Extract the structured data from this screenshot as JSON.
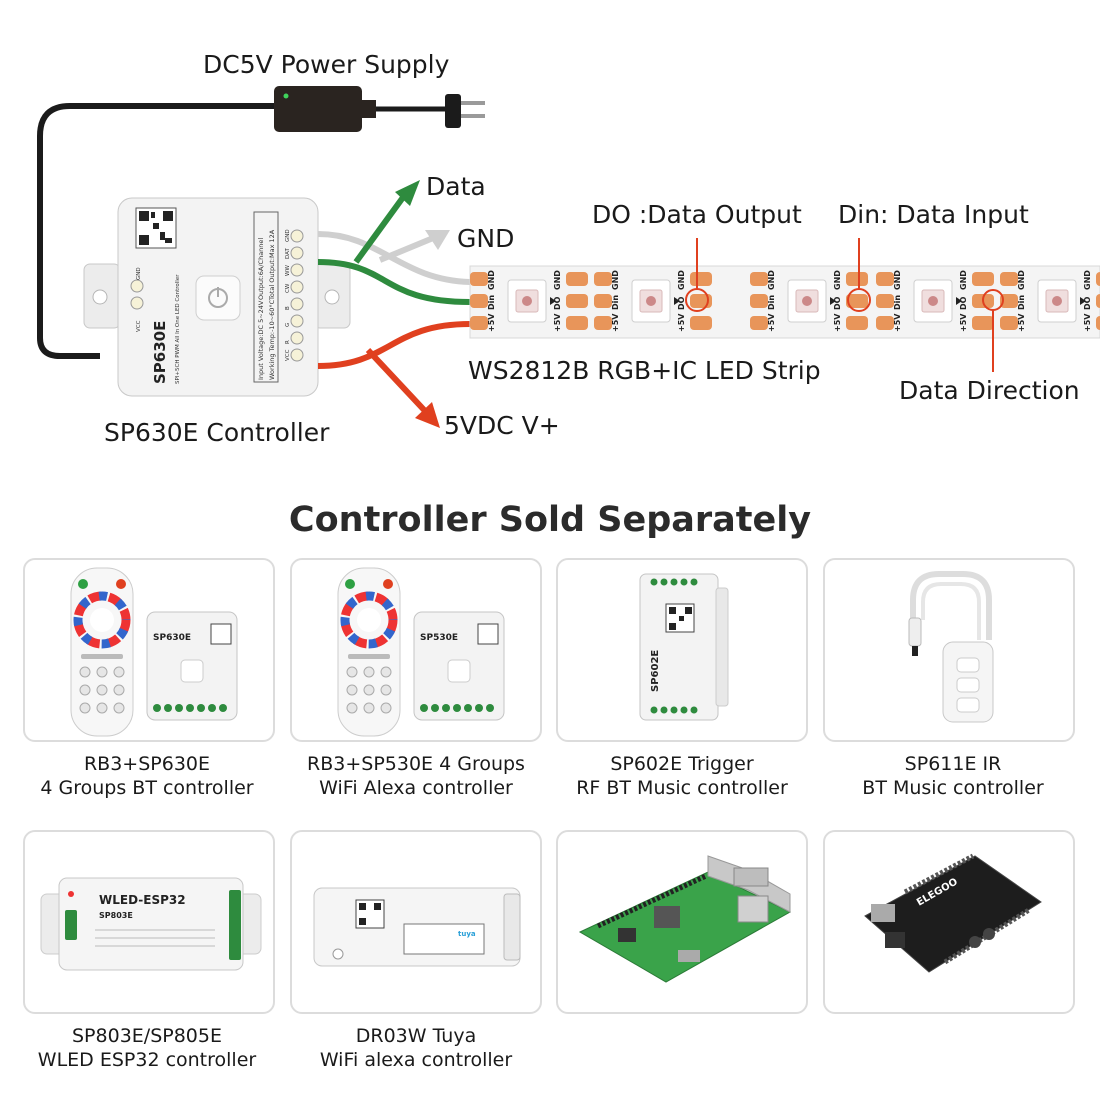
{
  "diagram": {
    "power_supply_label": "DC5V Power Supply",
    "data_label": "Data",
    "gnd_label": "GND",
    "do_label": "DO :Data Output",
    "din_label": "Din: Data Input",
    "strip_label": "WS2812B RGB+IC LED Strip",
    "direction_label": "Data Direction",
    "controller_label": "SP630E Controller",
    "vplus_label": "5VDC V+",
    "controller_model": "SP630E",
    "controller_subtitle": "SPI+5CH PWM All In One LED Controller",
    "controller_spec_1": "Input Voltage:DC 5~24V",
    "controller_spec_2": "Working Temp:-10~60°C",
    "controller_spec_3": "Output:6A/Channel",
    "controller_spec_4": "Total Output:Max 12A",
    "controller_pins": [
      "GND",
      "DAT",
      "WW",
      "CW",
      "B",
      "G",
      "R",
      "VCC"
    ],
    "controller_left_pins": [
      "GND",
      "VCC"
    ],
    "strip_pads": [
      "GND",
      "DO",
      "Din",
      "+5V"
    ],
    "colors": {
      "data_wire": "#2e8b3e",
      "gnd_wire": "#cfcfcf",
      "vplus_wire": "#e0401f",
      "strip": "#f4f4f4",
      "pad": "#e8955a"
    }
  },
  "section_heading": "Controller Sold Separately",
  "products": [
    {
      "line1": "RB3+SP630E",
      "line2": "4 Groups BT controller",
      "tag": "SP630E"
    },
    {
      "line1": "RB3+SP530E 4 Groups",
      "line2": "WiFi Alexa controller",
      "tag": "SP530E"
    },
    {
      "line1": "SP602E Trigger",
      "line2": "RF BT Music controller",
      "tag": "SP602E"
    },
    {
      "line1": "SP611E IR",
      "line2": "BT Music controller",
      "tag": ""
    },
    {
      "line1": "SP803E/SP805E",
      "line2": "WLED ESP32 controller",
      "tag": "WLED-ESP32",
      "tag2": "SP803E"
    },
    {
      "line1": "DR03W Tuya",
      "line2": "WiFi alexa controller",
      "tag": "tuya"
    },
    {
      "line1": "",
      "line2": "",
      "tag": ""
    },
    {
      "line1": "",
      "line2": "",
      "tag": "ELEGOO"
    }
  ]
}
